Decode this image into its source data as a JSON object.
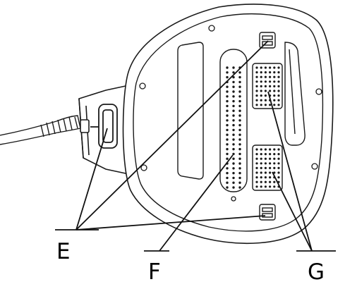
{
  "diagram": {
    "colors": {
      "stroke": "#1a1a1a",
      "background": "#ffffff"
    },
    "labels": {
      "e": "E",
      "f": "F",
      "g": "G"
    },
    "parts": [
      "power-cord",
      "cord-strain-relief",
      "handle-connector",
      "base-outer-shell",
      "base-plate",
      "screws",
      "left-recess",
      "vent-strip",
      "right-slot",
      "pad-upper",
      "pad-lower",
      "clip-top",
      "clip-bottom"
    ]
  }
}
